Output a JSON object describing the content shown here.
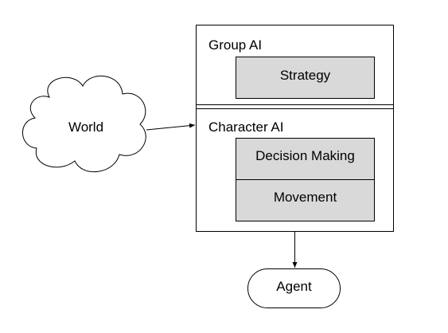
{
  "colors": {
    "stroke": "#000000",
    "module_fill": "#d9d9d9",
    "background": "#ffffff"
  },
  "nodes": {
    "world": "World",
    "group_ai": "Group AI",
    "strategy": "Strategy",
    "character_ai": "Character AI",
    "decision_making": "Decision Making",
    "movement": "Movement",
    "agent": "Agent"
  },
  "edges": [
    {
      "from": "world",
      "to": "character_ai"
    },
    {
      "from": "character_ai",
      "to": "agent"
    }
  ]
}
